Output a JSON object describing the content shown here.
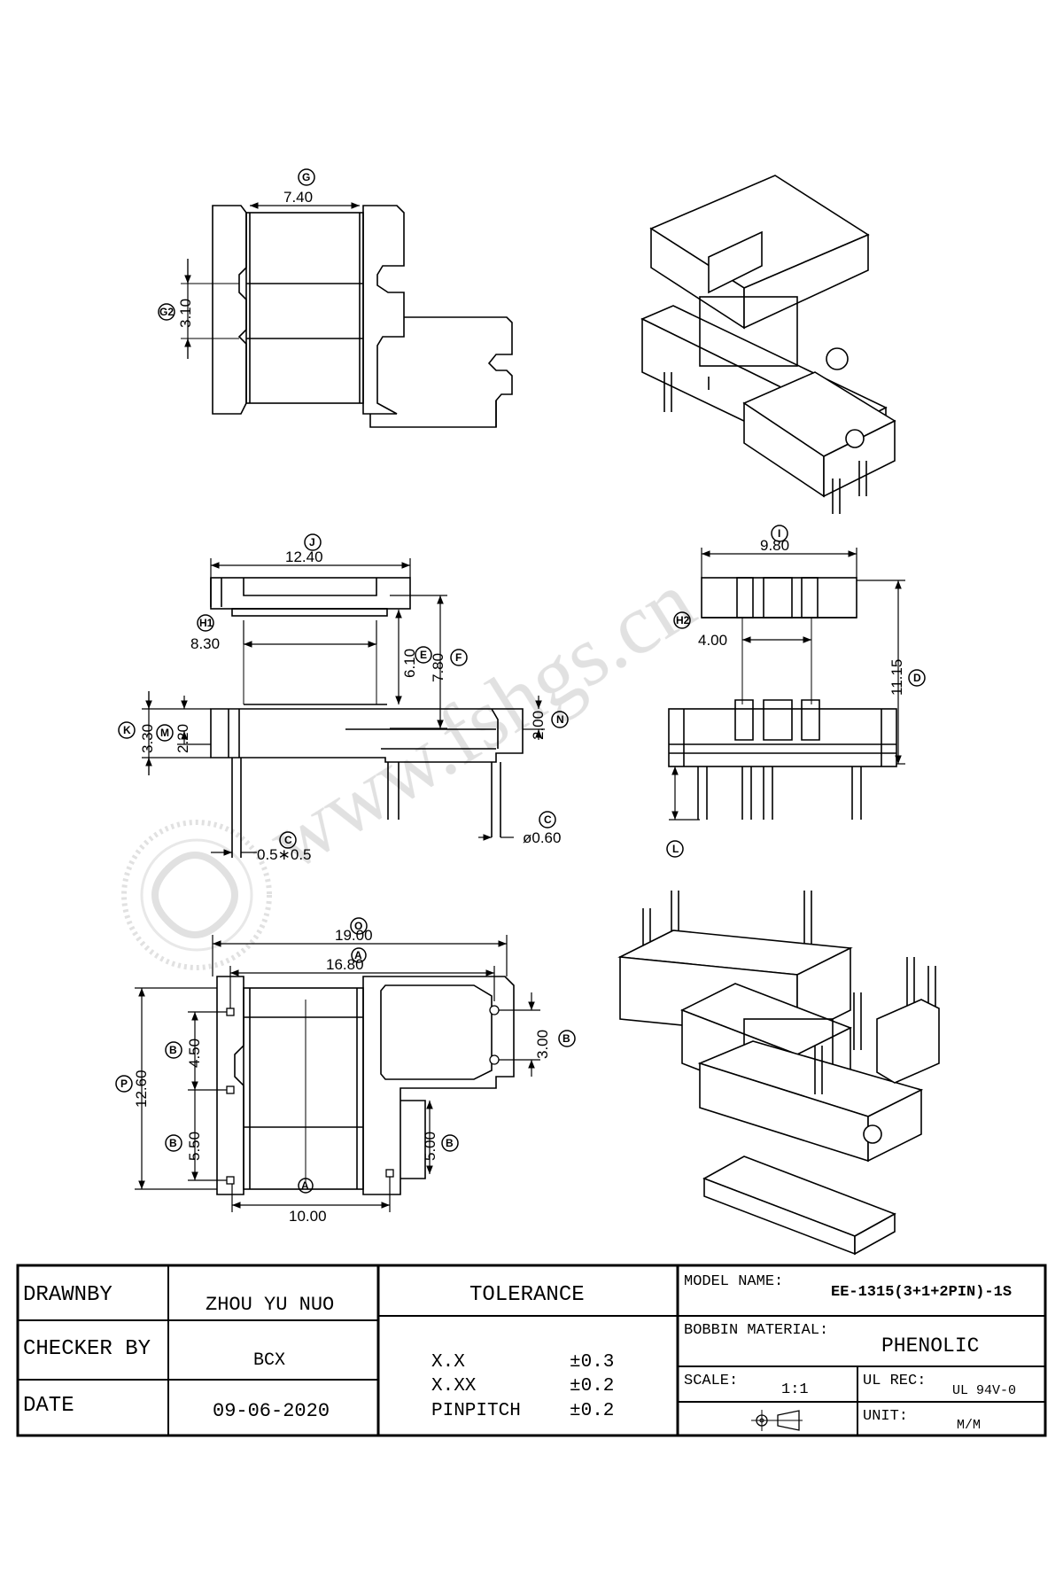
{
  "dimensions": {
    "g": {
      "letter": "G",
      "value": "7.40"
    },
    "g2": {
      "letter": "G2",
      "value": "3.10"
    },
    "j": {
      "letter": "J",
      "value": "12.40"
    },
    "h1": {
      "letter": "H1",
      "value": "8.30"
    },
    "e": {
      "letter": "E",
      "value": "6.10"
    },
    "f": {
      "letter": "F",
      "value": "7.80"
    },
    "k": {
      "letter": "K",
      "value": "3.30"
    },
    "m": {
      "letter": "M",
      "value": "2.20"
    },
    "n": {
      "letter": "N",
      "value": "2.00"
    },
    "c": {
      "letter": "C",
      "value": "ø0.60"
    },
    "c2": {
      "letter": "C",
      "value": "0.5∗0.5"
    },
    "i": {
      "letter": "I",
      "value": "9.80"
    },
    "h2": {
      "letter": "H2",
      "value": "4.00"
    },
    "d": {
      "letter": "D",
      "value": "11.15"
    },
    "l": {
      "letter": "L",
      "value": ""
    },
    "o": {
      "letter": "O",
      "value": "19.00"
    },
    "a": {
      "letter": "A",
      "value": "16.80"
    },
    "p": {
      "letter": "P",
      "value": "12.60"
    },
    "b1": {
      "letter": "B",
      "value": "4.50"
    },
    "b2": {
      "letter": "B",
      "value": "5.50"
    },
    "b3": {
      "letter": "B",
      "value": "3.00"
    },
    "b4": {
      "letter": "B",
      "value": "5.00"
    },
    "a2": {
      "letter": "A",
      "value": "10.00"
    }
  },
  "watermark": {
    "text": "www.fshgs.cn"
  },
  "title_block": {
    "drawn_by_label": "DRAWNBY",
    "drawn_by_value": "ZHOU YU NUO",
    "checker_label": "CHECKER BY",
    "checker_value": "BCX",
    "date_label": "DATE",
    "date_value": "09-06-2020",
    "tolerance_label": "TOLERANCE",
    "tolerances": [
      {
        "name": "X.X",
        "value": "±0.3"
      },
      {
        "name": "X.XX",
        "value": "±0.2"
      },
      {
        "name": "PINPITCH",
        "value": "±0.2"
      }
    ],
    "model_label": "MODEL NAME:",
    "model_value": "EE-1315(3+1+2PIN)-1S",
    "material_label": "BOBBIN MATERIAL:",
    "material_value": "PHENOLIC",
    "scale_label": "SCALE:",
    "scale_value": "1:1",
    "ul_label": "UL REC:",
    "ul_value": "UL 94V-0",
    "unit_label": "UNIT:",
    "unit_value": "M/M"
  }
}
